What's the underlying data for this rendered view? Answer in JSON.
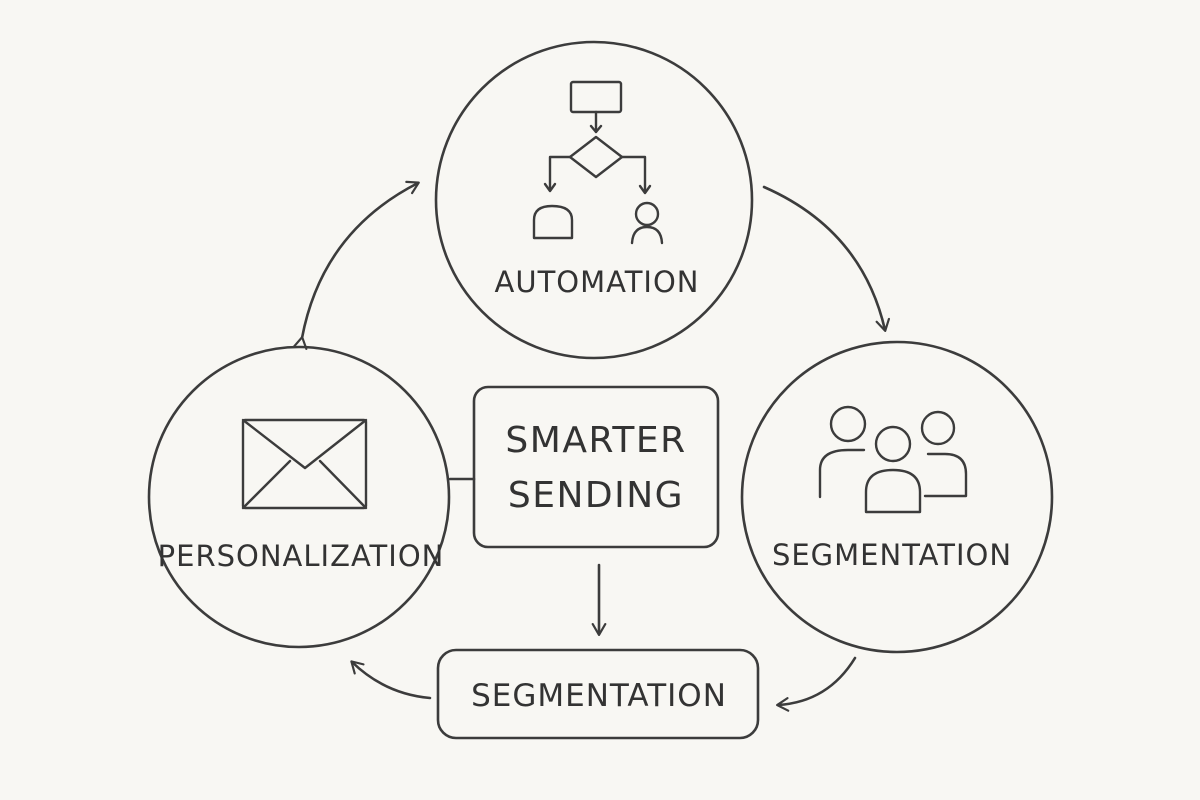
{
  "nodes": {
    "top": {
      "label": "AUTOMATION",
      "icon": "flowchart-icon"
    },
    "right": {
      "label": "SEGMENTATION",
      "icon": "people-group-icon"
    },
    "left": {
      "label": "PERSONALIZATION",
      "icon": "envelope-icon"
    },
    "center": {
      "line1": "SMARTER",
      "line2": "SENDING"
    },
    "bottom": {
      "label": "SEGMENTATION"
    }
  },
  "colors": {
    "background": "#f8f7f3",
    "ink": "#3c3c3c"
  }
}
